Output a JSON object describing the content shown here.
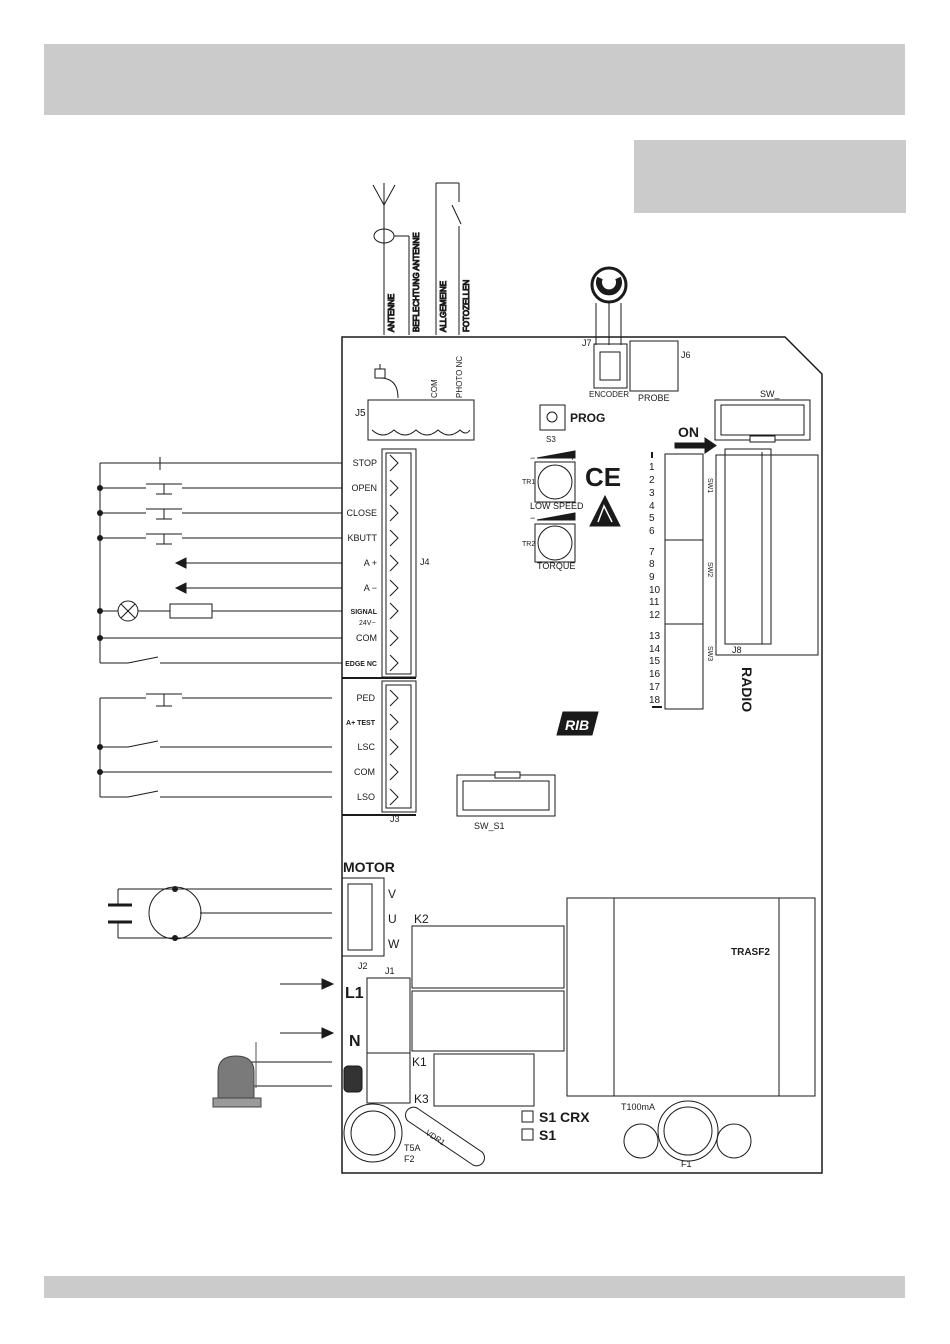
{
  "antenna_labels": [
    "ANTENNE",
    "BEFLECHTUNG ANTENNE",
    "ALLGEMEINE",
    "FOTOZELLEN"
  ],
  "j5": {
    "name": "J5",
    "com": "COM",
    "photo": "PHOTO NC"
  },
  "j4": {
    "name": "J4",
    "terminals": [
      "STOP",
      "OPEN",
      "CLOSE",
      "KBUTT",
      "A +",
      "A −",
      "SIGNAL",
      "COM",
      "EDGE NC"
    ],
    "signal_sub": "24V~"
  },
  "j3": {
    "name": "J3",
    "terminals": [
      "PED",
      "A+ TEST",
      "LSC",
      "COM",
      "LSO"
    ]
  },
  "j7": "J7",
  "j6": "J6",
  "encoder": "ENCODER",
  "probe": "PROBE",
  "prog": {
    "label": "PROG",
    "ref": "S3"
  },
  "trimmers": [
    {
      "ref": "TR1",
      "label": "LOW SPEED"
    },
    {
      "ref": "TR2",
      "label": "TORQUE"
    }
  ],
  "pm": {
    "minus": "−",
    "plus": "+"
  },
  "ce": "CE",
  "sw_top": "SW_",
  "on": "ON",
  "dip_numbers": [
    "1",
    "2",
    "3",
    "4",
    "5",
    "6",
    "7",
    "8",
    "9",
    "10",
    "11",
    "12",
    "13",
    "14",
    "15",
    "16",
    "17",
    "18"
  ],
  "sw_groups": [
    "SW1",
    "SW2",
    "SW3"
  ],
  "j8": "J8",
  "radio": "RADIO",
  "logo": "RIB",
  "sw_s1": "SW_S1",
  "motor": {
    "title": "MOTOR",
    "terminals": [
      "V",
      "U",
      "W"
    ],
    "ref": "J2"
  },
  "power": {
    "ref": "J1",
    "l1": "L1",
    "n": "N"
  },
  "relays": [
    "K2",
    "K1",
    "K3"
  ],
  "trasf": "TRASF2",
  "fuse1": {
    "ref": "F1",
    "rating": "T100mA"
  },
  "fuse2": {
    "ref": "F2",
    "rating": "T5A"
  },
  "vdr": "VDR1",
  "s1crx": "S1 CRX",
  "s1": "S1"
}
